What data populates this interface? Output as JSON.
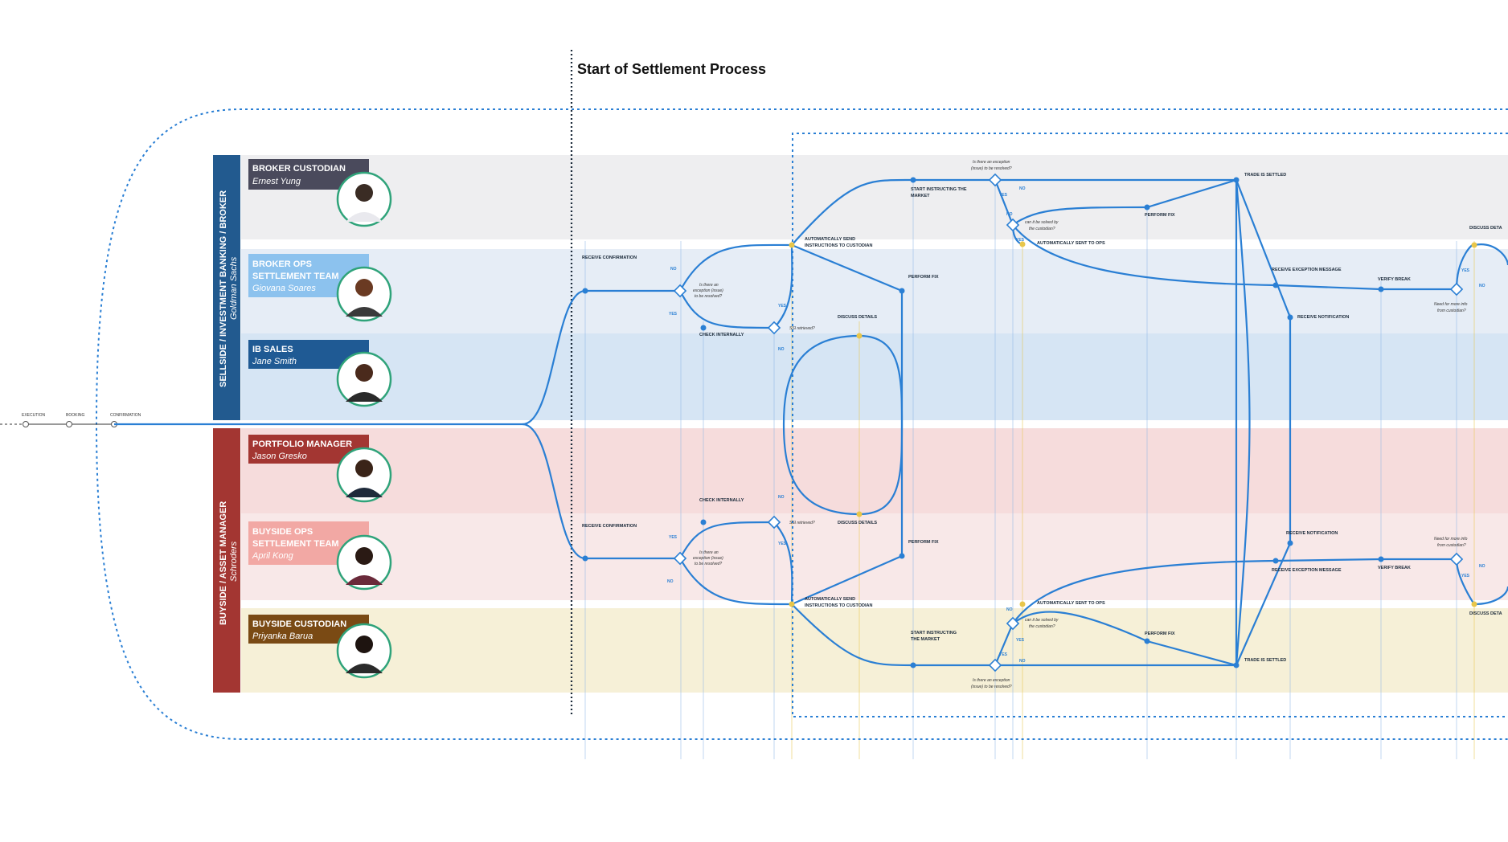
{
  "heading": "Start of Settlement Process",
  "timeline": {
    "execution": "EXECUTION",
    "booking": "BOOKING",
    "confirmation": "CONFIRMATION"
  },
  "sellside": {
    "group": "SELLSIDE / INVESTMENT BANKING / BROKER",
    "firm": "Goldman Sachs"
  },
  "buyside": {
    "group": "BUYSIDE / ASSET MANAGER",
    "firm": "Schroders"
  },
  "lanes": [
    {
      "title1": "BROKER CUSTODIAN",
      "title2": "",
      "person": "Ernest Yung"
    },
    {
      "title1": "BROKER OPS",
      "title2": "SETTLEMENT TEAM",
      "person": "Giovana Soares"
    },
    {
      "title1": "IB SALES",
      "title2": "",
      "person": "Jane Smith"
    },
    {
      "title1": "PORTFOLIO MANAGER",
      "title2": "",
      "person": "Jason Gresko"
    },
    {
      "title1": "BUYSIDE OPS",
      "title2": "SETTLEMENT TEAM",
      "person": "April Kong"
    },
    {
      "title1": "BUYSIDE CUSTODIAN",
      "title2": "",
      "person": "Priyanka Barua"
    }
  ],
  "steps": {
    "receive_confirmation": "RECEIVE CONFIRMATION",
    "check_internally": "CHECK INTERNALLY",
    "auto_send_1": "AUTOMATICALLY SEND",
    "auto_send_2": "INSTRUCTIONS TO CUSTODIAN",
    "discuss_details": "DISCUSS DETAILS",
    "perform_fix": "PERFORM FIX",
    "start_instr_1": "START INSTRUCTING THE",
    "start_instr_2": "MARKET",
    "start_instr_b1": "START INSTRUCTING",
    "start_instr_b2": "THE MARKET",
    "auto_sent_ops": "AUTOMATICALLY SENT TO OPS",
    "trade_settled": "TRADE IS SETTLED",
    "receive_exception": "RECEIVE EXCEPTION MESSAGE",
    "verify_break": "VERIFY BREAK",
    "receive_notification": "RECEIVE NOTIFICATION",
    "discuss_deta": "DISCUSS DETA"
  },
  "questions": {
    "exception_1": "Is there an",
    "exception_2": "exception (issue)",
    "exception_3": "to be resolved?",
    "ex_top": "Is there an exception",
    "ex_top2": "(issue) to be resolved?",
    "solved_1": "can it be solved by",
    "solved_2": "the custodian?",
    "resolved": "SSI retrieved?",
    "more_info_1": "Need for more info",
    "more_info_2": "from custodian?"
  },
  "labels": {
    "yes": "YES",
    "no": "NO"
  }
}
